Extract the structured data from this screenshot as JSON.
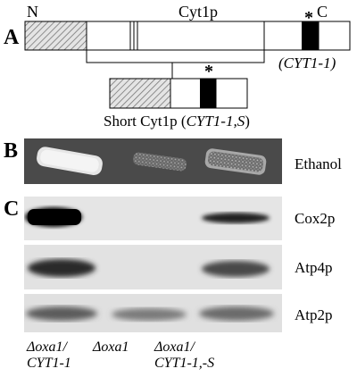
{
  "panel_a": {
    "letter": "A",
    "n_terminus": "N",
    "c_terminus": "C",
    "protein_name": "Cyt1p",
    "mutation_marker": "*",
    "allele_label": "(CYT1-1)",
    "short_protein_prefix": "Short Cyt1p (",
    "short_allele_label": "CYT1-1,S",
    "short_protein_suffix": ")"
  },
  "panel_b": {
    "letter": "B",
    "condition_label": "Ethanol"
  },
  "panel_c": {
    "letter": "C",
    "blots": [
      {
        "label": "Cox2p"
      },
      {
        "label": "Atp4p"
      },
      {
        "label": "Atp2p"
      }
    ],
    "lanes": [
      {
        "line1": "Δoxa1/",
        "line2": "CYT1-1"
      },
      {
        "line1": "Δoxa1",
        "line2": ""
      },
      {
        "line1": "Δoxa1/",
        "line2": "CYT1-1,-S"
      }
    ]
  }
}
